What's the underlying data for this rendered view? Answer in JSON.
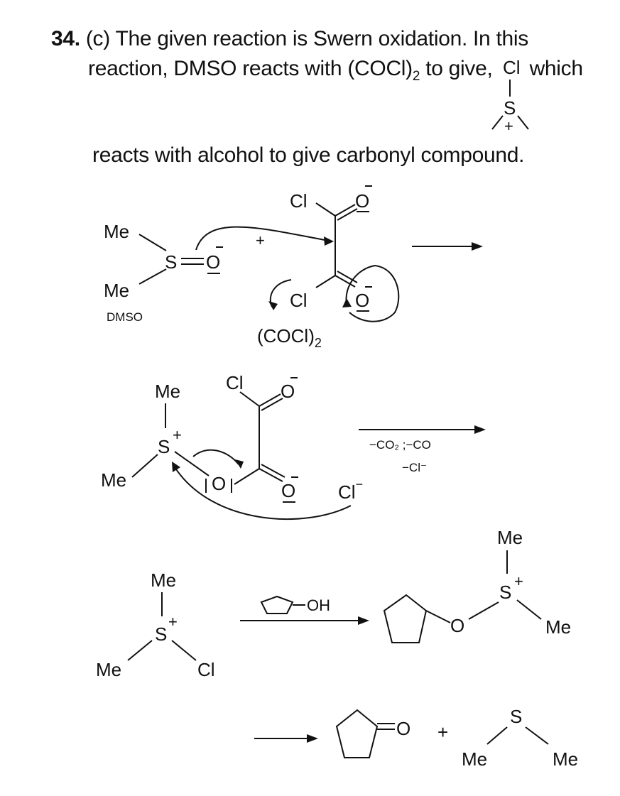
{
  "solution": {
    "number": "34.",
    "option": "(c)",
    "line1": "The given reaction is Swern oxidation. In this",
    "line2": "reaction, DMSO reacts with (COCl)",
    "line2_sub": "2",
    "line2_end": "to give,",
    "line2_tail": "which",
    "line3": "reacts with alcohol to give carbonyl compound."
  },
  "inline_struct": {
    "cl": "Cl",
    "s": "S",
    "plus": "+"
  },
  "step1": {
    "me_top": "Me",
    "me_bottom": "Me",
    "s": "S",
    "o": "O",
    "minus": "−",
    "dmso": "DMSO",
    "plus_sign": "+",
    "cl_top": "Cl",
    "o_top": "O",
    "cl_bottom": "Cl",
    "o_bottom": "O",
    "oxalyl": "(COCl)",
    "oxalyl_sub": "2"
  },
  "step2": {
    "me_top": "Me",
    "s": "S",
    "s_charge": "+",
    "me_bottom": "Me",
    "o_bridge": "O",
    "cl_top": "Cl",
    "o_top": "O",
    "o_bottom": "O",
    "cl_ion": "Cl",
    "minus": "−",
    "cond1": "−CO₂ ;−CO",
    "cond2": "−Cl⁻"
  },
  "step3": {
    "me_top": "Me",
    "s": "S",
    "s_charge": "+",
    "me_bottom": "Me",
    "cl": "Cl",
    "reagent_oh": "OH",
    "prod_o": "O",
    "prod_me_top": "Me",
    "prod_s": "S",
    "prod_s_charge": "+",
    "prod_me_right": "Me"
  },
  "step4": {
    "o": "O",
    "plus": "+",
    "s": "S",
    "me_left": "Me",
    "me_right": "Me"
  }
}
